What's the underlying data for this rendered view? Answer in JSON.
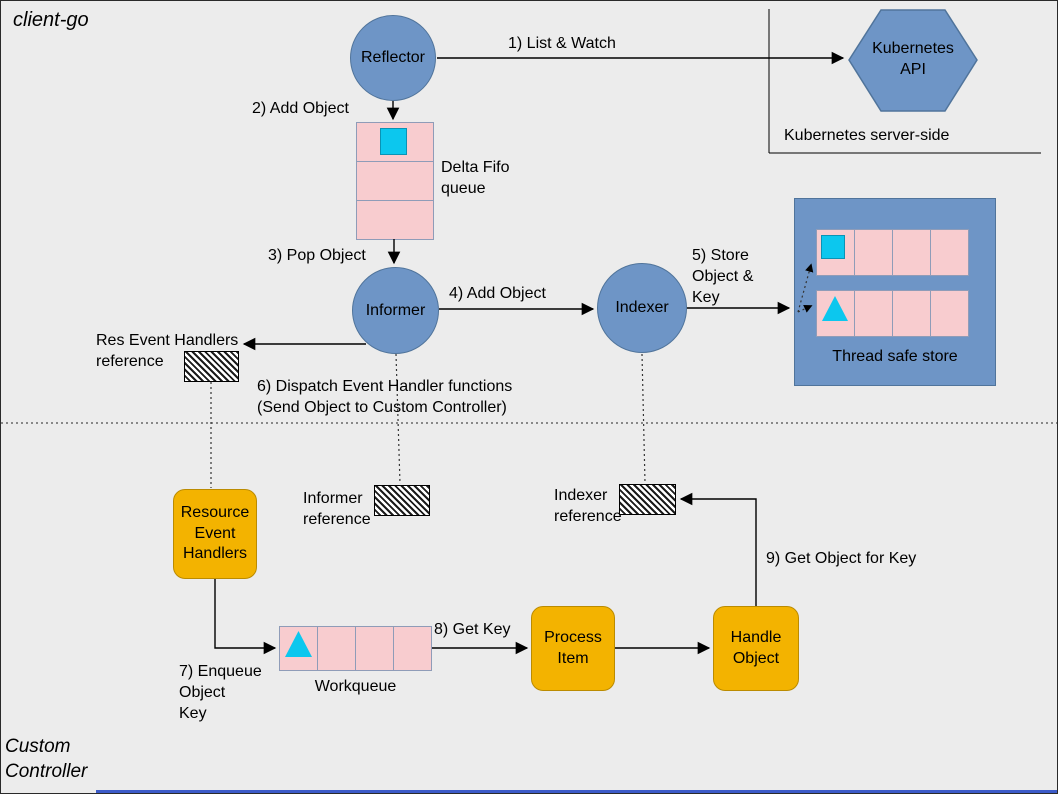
{
  "regions": {
    "client_go": "client-go",
    "custom_controller": "Custom\nController",
    "kubernetes_server_side": "Kubernetes server-side"
  },
  "nodes": {
    "reflector": "Reflector",
    "kubernetes_api": "Kubernetes\nAPI",
    "delta_fifo_queue": "Delta Fifo\nqueue",
    "informer": "Informer",
    "indexer": "Indexer",
    "thread_safe_store": "Thread safe store",
    "res_event_handlers_reference": "Res Event Handlers\nreference",
    "informer_reference": "Informer\nreference",
    "indexer_reference": "Indexer\nreference",
    "resource_event_handlers": "Resource\nEvent\nHandlers",
    "workqueue": "Workqueue",
    "process_item": "Process\nItem",
    "handle_object": "Handle\nObject"
  },
  "edges": {
    "list_watch": "1) List & Watch",
    "add_object_to_fifo": "2) Add Object",
    "pop_object": "3) Pop Object",
    "add_object_to_indexer": "4) Add Object",
    "store_object_key": "5) Store\nObject &\nKey",
    "dispatch_handlers": "6) Dispatch Event Handler functions\n(Send Object to Custom Controller)",
    "enqueue_object_key": "7) Enqueue\nObject\nKey",
    "get_key": "8) Get Key",
    "get_object_for_key": "9) Get Object for Key"
  },
  "colors": {
    "background": "#ececec",
    "blue_fill": "#6e95c6",
    "blue_border": "#50749b",
    "pink_fill": "#f8cccf",
    "pink_border": "#8f9cb8",
    "cyan_fill": "#0cc7ee",
    "cyan_border": "#0a93b5",
    "yellow_fill": "#f3b300",
    "yellow_border": "#bb8b00",
    "bottom_strip": "#3c5bc8"
  }
}
